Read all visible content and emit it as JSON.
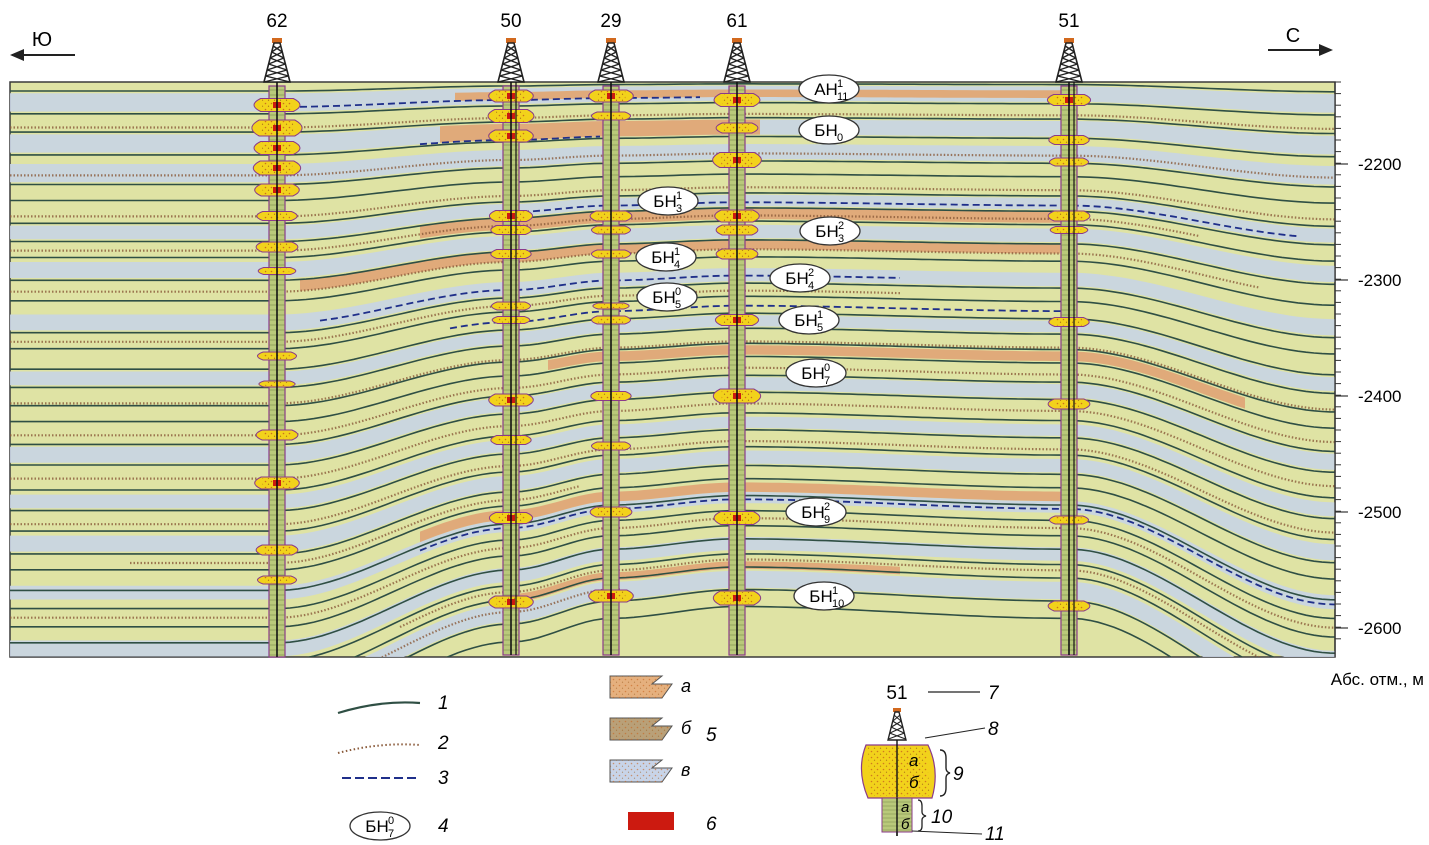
{
  "direction": {
    "left": "Ю",
    "right": "С"
  },
  "wells": [
    {
      "id": "62"
    },
    {
      "id": "50"
    },
    {
      "id": "29"
    },
    {
      "id": "61"
    },
    {
      "id": "51"
    }
  ],
  "depth_axis": {
    "ticks": [
      "-2200",
      "-2300",
      "-2400",
      "-2500",
      "-2600"
    ],
    "label": "Абс. отм., м"
  },
  "strata_labels": [
    {
      "base": "АН",
      "sup": "1",
      "sub": "11"
    },
    {
      "base": "БН",
      "sup": "",
      "sub": "0"
    },
    {
      "base": "БН",
      "sup": "1",
      "sub": "3"
    },
    {
      "base": "БН",
      "sup": "2",
      "sub": "3"
    },
    {
      "base": "БН",
      "sup": "1",
      "sub": "4"
    },
    {
      "base": "БН",
      "sup": "2",
      "sub": "4"
    },
    {
      "base": "БН",
      "sup": "0",
      "sub": "5"
    },
    {
      "base": "БН",
      "sup": "1",
      "sub": "5"
    },
    {
      "base": "БН",
      "sup": "0",
      "sub": "7"
    },
    {
      "base": "БН",
      "sup": "2",
      "sub": "9"
    },
    {
      "base": "БН",
      "sup": "1",
      "sub": "10"
    }
  ],
  "legend": {
    "items": [
      "1",
      "2",
      "3",
      "4",
      "5",
      "6",
      "7",
      "8",
      "9",
      "10",
      "11"
    ],
    "sample_label": {
      "base": "БН",
      "sup": "0",
      "sub": "7"
    },
    "subletters": [
      "а",
      "б",
      "в"
    ],
    "example_well": "51"
  },
  "colors": {
    "background": "#dfe3a4",
    "sand": "#f2d21b",
    "sand_dots": "#c8641e",
    "orange_layer": "#e0aa7a",
    "blue_layer": "#c8d4e4",
    "boundary": "#2f4f44",
    "dashed_blue": "#1f2f8a",
    "saturation": "#cc1a10",
    "outline": "#8a3a8a"
  }
}
